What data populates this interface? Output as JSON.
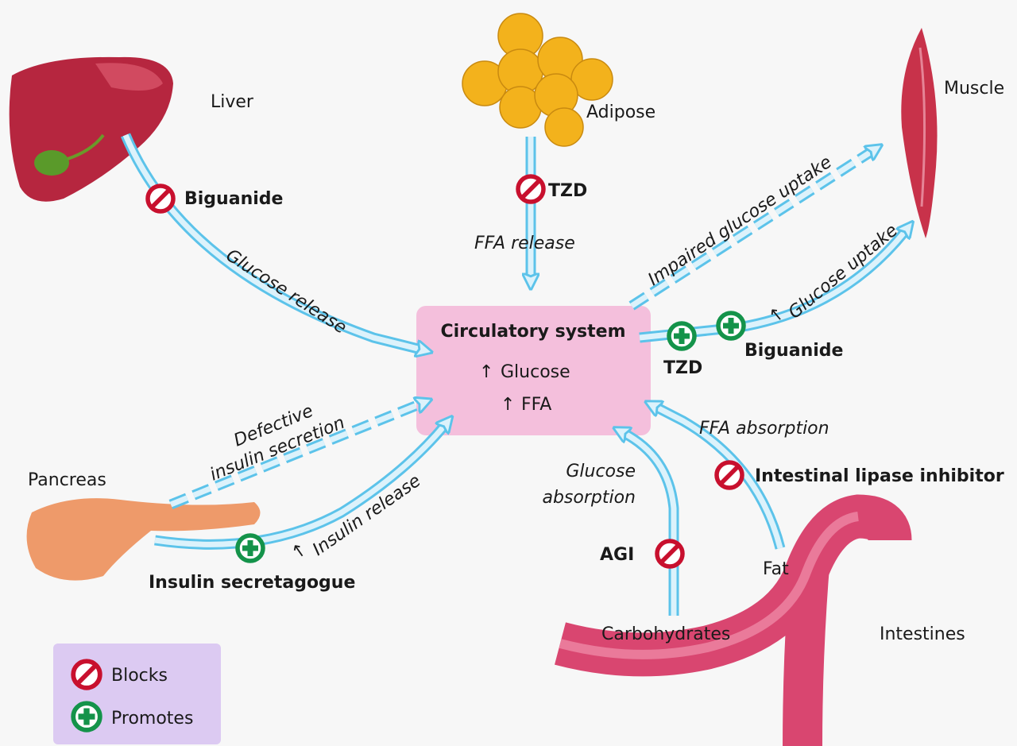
{
  "organs": {
    "liver": "Liver",
    "adipose": "Adipose",
    "muscle": "Muscle",
    "pancreas": "Pancreas",
    "intestines": "Intestines",
    "carbohydrates": "Carbohydrates",
    "fat": "Fat"
  },
  "center": {
    "title": "Circulatory system",
    "line1": "Glucose",
    "line2": "FFA",
    "arrow_glyph": "↑"
  },
  "pathways": {
    "glucose_release": "Glucose release",
    "ffa_release": "FFA release",
    "impaired_uptake": "Impaired glucose uptake",
    "glucose_uptake": "Glucose uptake",
    "ffa_absorption": "FFA absorption",
    "glucose_absorption_1": "Glucose",
    "glucose_absorption_2": "absorption",
    "defective_1": "Defective",
    "defective_2": "insulin secretion",
    "insulin_release": "Insulin release",
    "up_arrow": "↑"
  },
  "drugs": {
    "biguanide_liver": "Biguanide",
    "tzd_adipose": "TZD",
    "tzd_muscle": "TZD",
    "biguanide_muscle": "Biguanide",
    "lipase": "Intestinal lipase inhibitor",
    "agi": "AGI",
    "secretagogue": "Insulin secretagogue"
  },
  "legend": {
    "blocks": "Blocks",
    "promotes": "Promotes"
  },
  "colors": {
    "block": "#c8102e",
    "promote": "#14934a",
    "arrow": "#5cc3ea",
    "center_box": "#f4bfdc",
    "legend_box": "#dccaf2"
  }
}
